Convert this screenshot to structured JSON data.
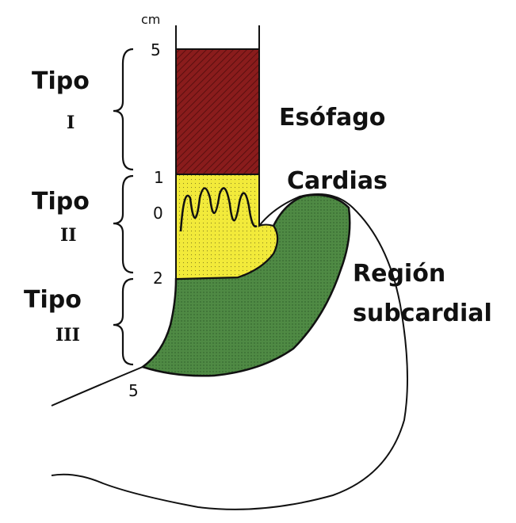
{
  "labels": {
    "unit": "cm",
    "tick_5_top": "5",
    "tick_1": "1",
    "tick_0": "0",
    "tick_2": "2",
    "tick_5_bottom": "5",
    "esofago": "Esófago",
    "cardias": "Cardias",
    "region_line1": "Región",
    "region_line2": "subcardial",
    "tipo1_word": "Tipo",
    "tipo1_num": "I",
    "tipo2_word": "Tipo",
    "tipo2_num": "II",
    "tipo3_word": "Tipo",
    "tipo3_num": "III"
  },
  "colors": {
    "esophagus": "#8a1c1c",
    "cardia": "#f2ea3a",
    "subcardial": "#4f8a44",
    "outline": "#111111"
  }
}
